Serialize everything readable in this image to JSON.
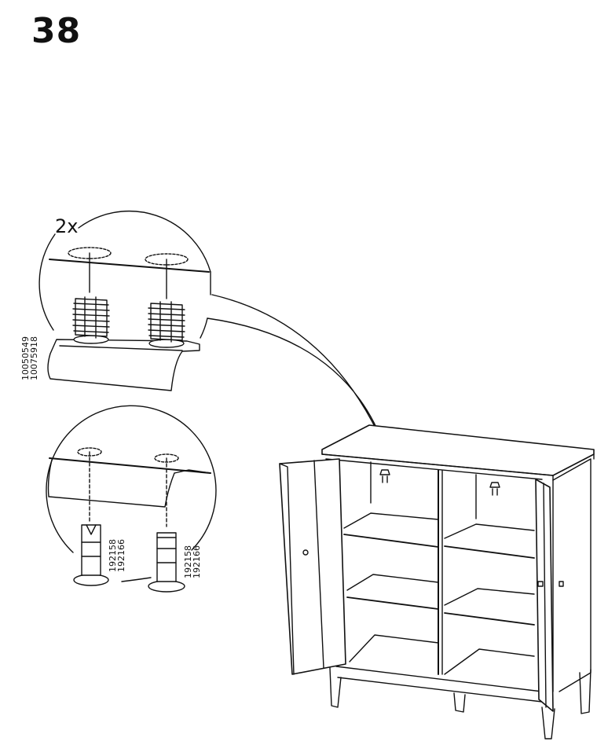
{
  "step": {
    "number": "38"
  },
  "detail_top": {
    "quantity_label": "2x",
    "part_numbers": [
      "10050549",
      "10075918"
    ],
    "description": "two ribbed dowel inserts pressed into pre-drilled holes on the underside of the top panel"
  },
  "detail_bottom": {
    "left_part_numbers": [
      "192158",
      "192166"
    ],
    "right_part_numbers": [
      "192158",
      "192166"
    ],
    "description": "two door stopper pins inserted into holes under the top panel"
  },
  "main_illustration": {
    "description": "two-door cabinet with three shelves on each side, doors open, arrow callout pointing to top panel underside"
  },
  "colors": {
    "ink": "#111111",
    "background": "#ffffff"
  }
}
